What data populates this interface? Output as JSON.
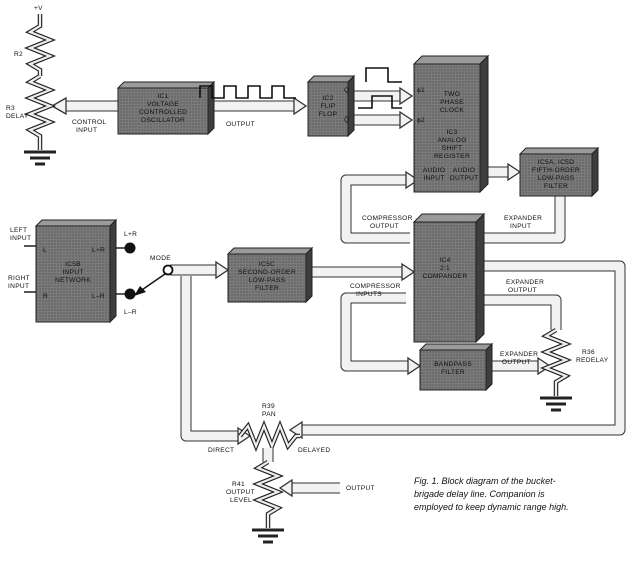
{
  "blocks": {
    "ic1": [
      "IC1",
      "VOLTAGE",
      "CONTROLLED",
      "OSCILLATOR"
    ],
    "ic2": [
      "IC2",
      "FLIP",
      "FLOP"
    ],
    "ic3a": [
      "TWO",
      "PHASE",
      "CLOCK"
    ],
    "ic3b": [
      "IC3",
      "ANALOG",
      "SHIFT",
      "REGISTER"
    ],
    "ic3_audio_in": [
      "AUDIO",
      "INPUT"
    ],
    "ic3_audio_out": [
      "AUDIO",
      "OUTPUT"
    ],
    "ic5ad": [
      "IC5A, IC5D",
      "FIFTH-ORDER",
      "LOW-PASS",
      "FILTER"
    ],
    "ic5b": [
      "IC5B",
      "INPUT",
      "NETWORK"
    ],
    "ic5b_l": "L",
    "ic5b_r": "R",
    "ic5b_lpr": "L+R",
    "ic5b_lmr": "L–R",
    "ic5c": [
      "IC5C",
      "SECOND-ORDER",
      "LOW-PASS",
      "FILTER"
    ],
    "ic4": [
      "IC4",
      "2:1",
      "COMPANDER"
    ],
    "bandpass": [
      "BANDPASS",
      "FILTER"
    ]
  },
  "labels": {
    "plus_v": "+V",
    "r2": "R2",
    "r3": [
      "R3",
      "DELAY"
    ],
    "control_input": "CONTROL",
    "control_input2": "INPUT",
    "output": "OUTPUT",
    "q": "Q",
    "qbar": "Q̅",
    "phi1": "ϕ1",
    "phi2": "ϕ2",
    "left_input": [
      "LEFT",
      "INPUT"
    ],
    "right_input": [
      "RIGHT",
      "INPUT"
    ],
    "lpr": "L+R",
    "lmr": "L–R",
    "mode": "MODE",
    "compressor_output": [
      "COMPRESSOR",
      "OUTPUT"
    ],
    "expander_input": [
      "EXPANDER",
      "INPUT"
    ],
    "compressor_inputs": [
      "COMPRESSOR",
      "INPUTS"
    ],
    "expander_output": [
      "EXPANDER",
      "OUTPUT"
    ],
    "expander_output2": [
      "EXPANDER",
      "OUTPUT"
    ],
    "r36": [
      "R36",
      "REDELAY"
    ],
    "r39": [
      "R39",
      "PAN"
    ],
    "direct": "DIRECT",
    "delayed": "DELAYED",
    "r41": [
      "R41",
      "OUTPUT",
      "LEVEL"
    ],
    "output2": "OUTPUT"
  },
  "caption": [
    "Fig. 1. Block diagram of the bucket-",
    "brigade delay line. Companion is",
    "employed to keep dynamic range high."
  ]
}
